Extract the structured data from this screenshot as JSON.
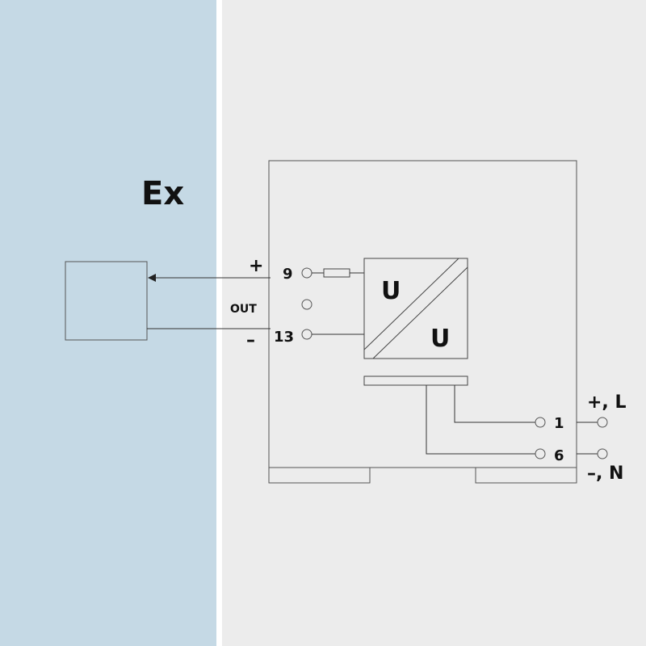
{
  "zones": {
    "hazardous_label": "Ex",
    "colors": {
      "hazardous": "#c5d9e5",
      "safe": "#ececec",
      "divider": "#ffffff",
      "line": "#333333"
    }
  },
  "output": {
    "plus_sign": "+",
    "minus_sign": "–",
    "out_label": "OUT",
    "terminal_plus": "9",
    "terminal_minus": "13"
  },
  "converter": {
    "input_symbol": "U",
    "output_symbol": "U"
  },
  "power": {
    "terminal_1": "1",
    "terminal_6": "6",
    "label_positive": "+, L",
    "label_negative": "–, N"
  }
}
